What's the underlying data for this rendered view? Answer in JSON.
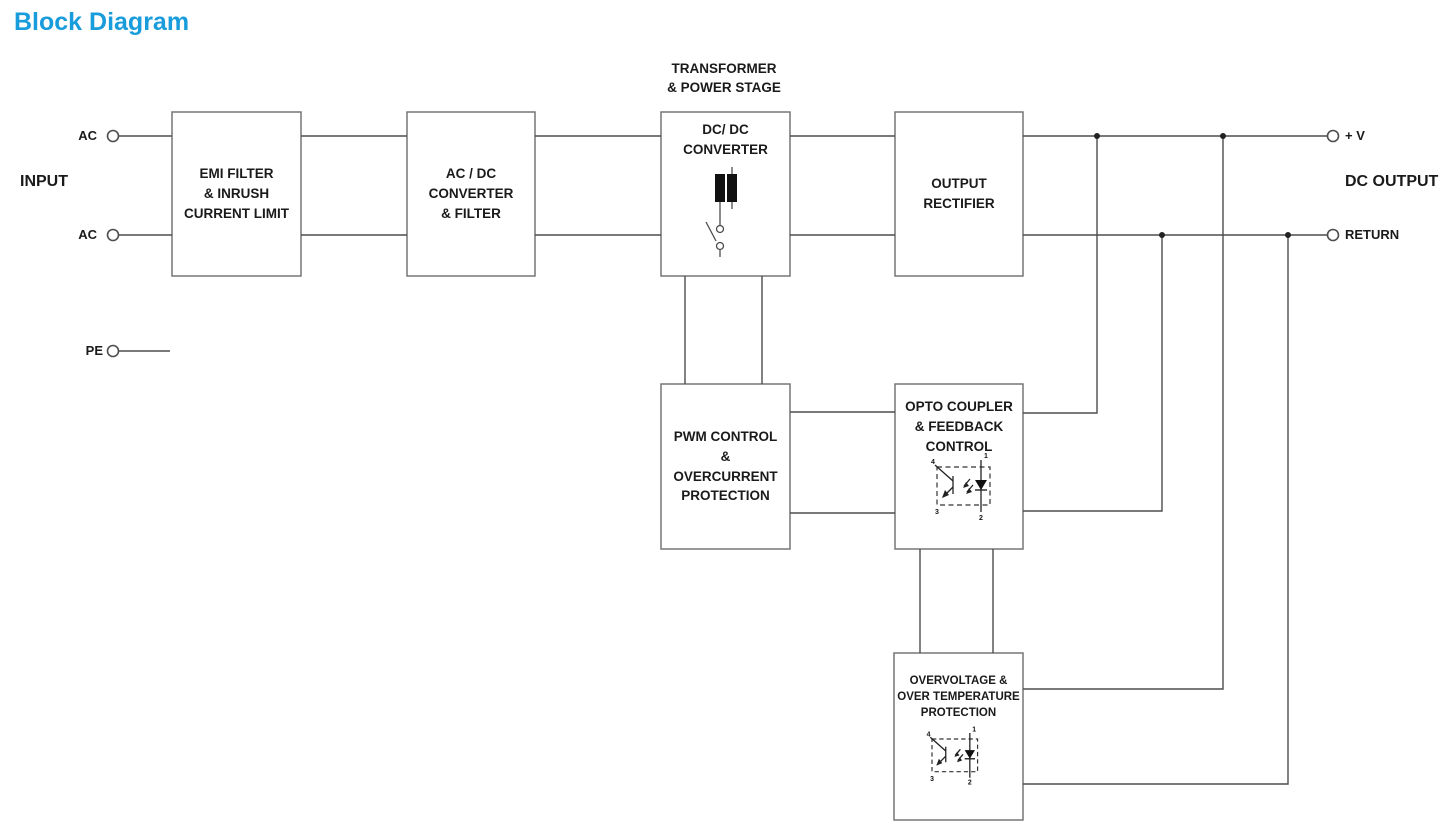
{
  "page": {
    "title": "Block Diagram",
    "colors": {
      "title": "#189CDB",
      "wire": "#4d4d4d",
      "box_border": "#767676",
      "text": "#1a1a1a",
      "background": "#ffffff"
    }
  },
  "diagram": {
    "input_label": "INPUT",
    "output_label": "DC OUTPUT",
    "terminals": {
      "ac_top": "AC",
      "ac_bottom": "AC",
      "pe": "PE",
      "plus_v": "+ V",
      "return": "RETURN"
    },
    "stage_header": "TRANSFORMER\n& POWER STAGE",
    "blocks": {
      "emi": "EMI FILTER\n& INRUSH\nCURRENT LIMIT",
      "acdc": "AC / DC\nCONVERTER\n& FILTER",
      "dcdc": "DC/ DC\nCONVERTER",
      "rectifier": "OUTPUT\nRECTIFIER",
      "pwm": "PWM CONTROL\n&\nOVERCURRENT\nPROTECTION",
      "opto": "OPTO COUPLER\n& FEEDBACK\nCONTROL",
      "ovp": "OVERVOLTAGE &\nOVER TEMPERATURE\nPROTECTION"
    },
    "opto_pins": [
      "4",
      "1",
      "3",
      "2"
    ]
  }
}
